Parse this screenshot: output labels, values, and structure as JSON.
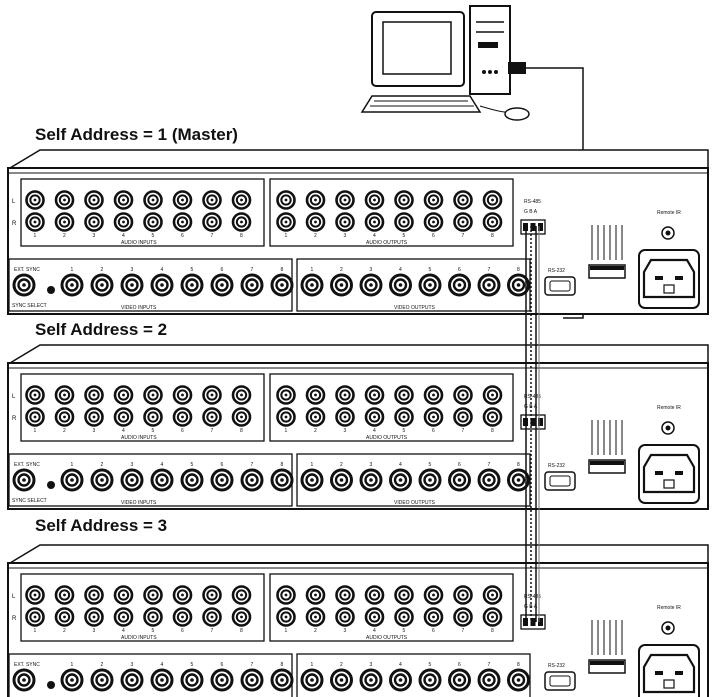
{
  "titles": [
    "Self Address = 1 (Master)",
    "Self Address = 2",
    "Self Address = 3"
  ],
  "unit": {
    "audio_inputs_label": "AUDIO INPUTS",
    "audio_outputs_label": "AUDIO OUTPUTS",
    "video_inputs_label": "VIDEO INPUTS",
    "video_outputs_label": "VIDEO OUTPUTS",
    "ext_sync_label": "EXT. SYNC",
    "sync_select_label": "SYNC SELECT",
    "rs485_label": "RS-485",
    "rs485_pins": "G B A",
    "rs232_label": "RS-232",
    "remote_ir_label": "Remote IR",
    "row_l": "L",
    "row_r": "R",
    "numbers": [
      "1",
      "2",
      "3",
      "4",
      "5",
      "6",
      "7",
      "8"
    ]
  }
}
